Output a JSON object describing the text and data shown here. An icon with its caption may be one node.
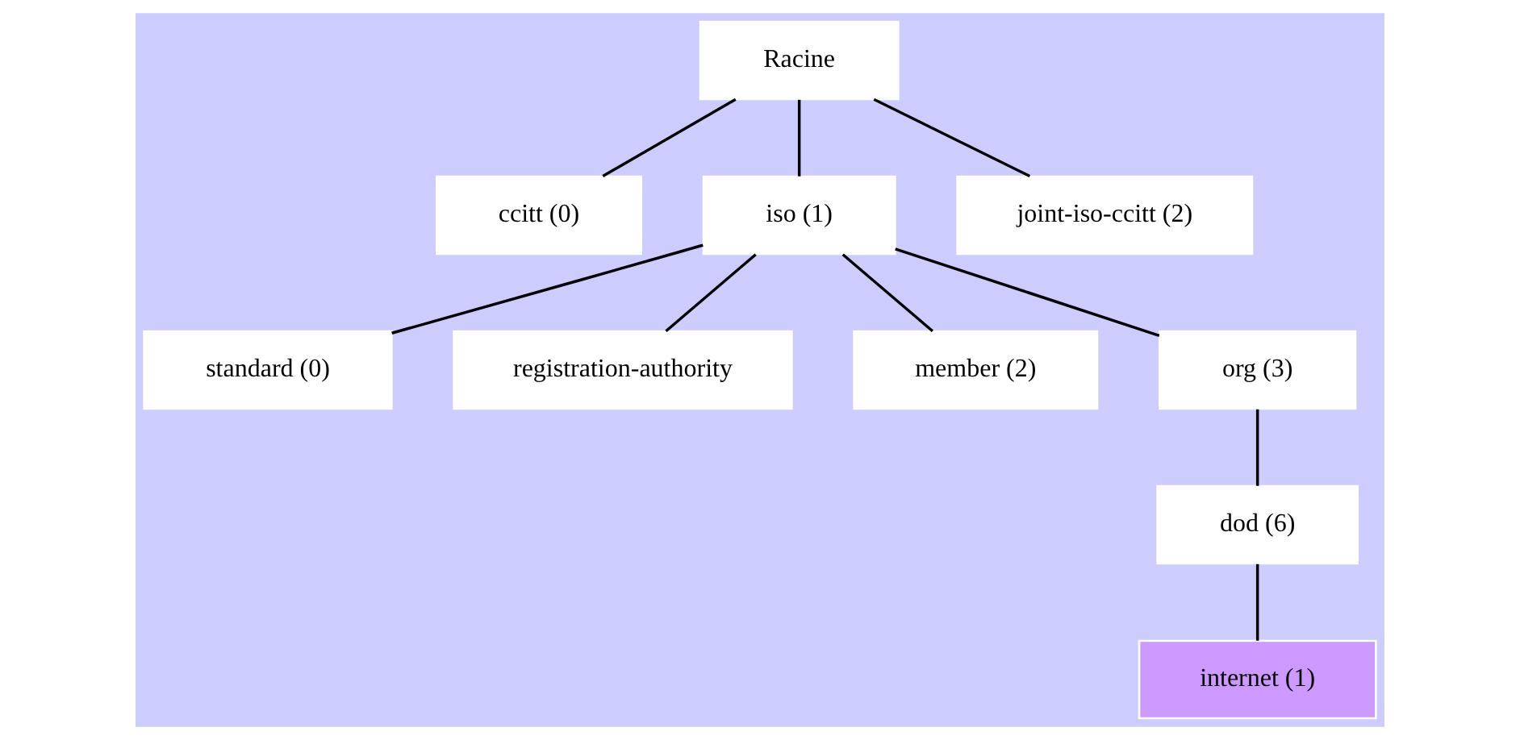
{
  "diagram": {
    "nodes": [
      {
        "text": [
          "Racine"
        ]
      },
      {
        "text": [
          "ccitt (0)"
        ]
      },
      {
        "text": [
          "iso (1)"
        ]
      },
      {
        "text": [
          "joint-iso-ccitt (2)"
        ]
      },
      {
        "text": [
          "standard (0)"
        ]
      },
      {
        "text": [
          "registration-authority"
        ]
      },
      {
        "text": [
          "member (2)"
        ]
      },
      {
        "text": [
          "org (3)"
        ]
      },
      {
        "text": [
          "dod (6)"
        ]
      },
      {
        "text": [
          "internet (1)"
        ]
      }
    ],
    "edges": [
      {
        "from": 0,
        "to": 1,
        "arrow": "none"
      },
      {
        "from": 0,
        "to": 2,
        "arrow": "none"
      },
      {
        "from": 0,
        "to": 3,
        "arrow": "none"
      },
      {
        "from": 2,
        "to": 4,
        "arrow": "none"
      },
      {
        "from": 2,
        "to": 5,
        "arrow": "none"
      },
      {
        "from": 2,
        "to": 6,
        "arrow": "none"
      },
      {
        "from": 2,
        "to": 7,
        "arrow": "none"
      },
      {
        "from": 7,
        "to": 8,
        "arrow": "none"
      },
      {
        "from": 8,
        "to": 9,
        "arrow": "none"
      }
    ]
  }
}
